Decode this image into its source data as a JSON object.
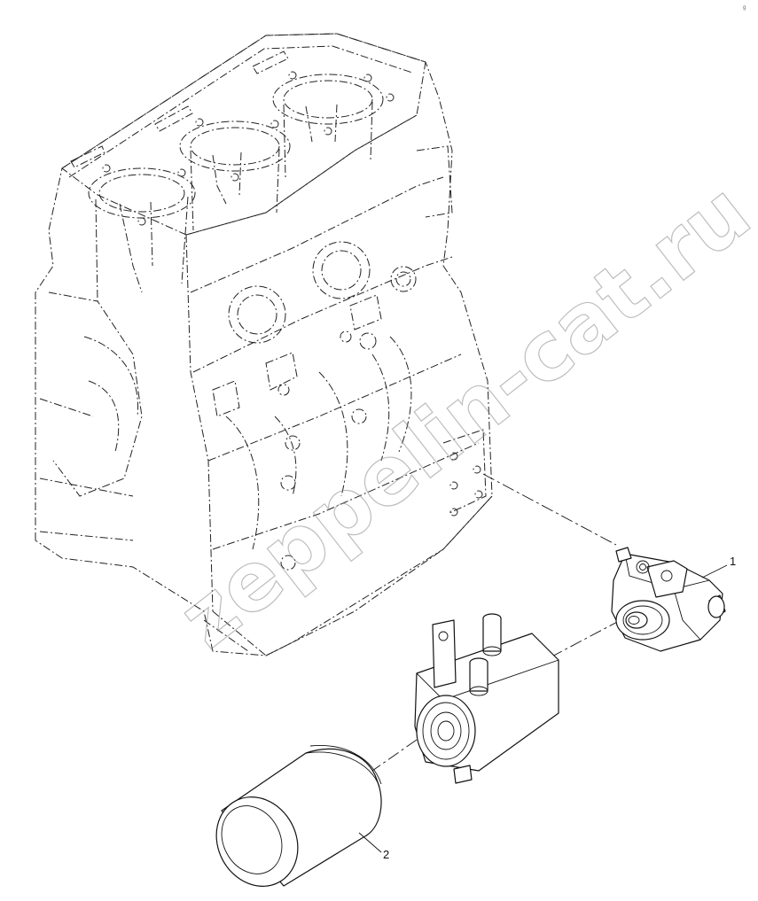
{
  "diagram": {
    "parts": [
      {
        "id": "1",
        "label": "1",
        "name": "filter-head"
      },
      {
        "id": "2",
        "label": "2",
        "name": "oil-filter"
      }
    ]
  },
  "watermark": {
    "text": "zeppelin-cat.ru"
  },
  "corner_mark": {
    "text": "g"
  }
}
